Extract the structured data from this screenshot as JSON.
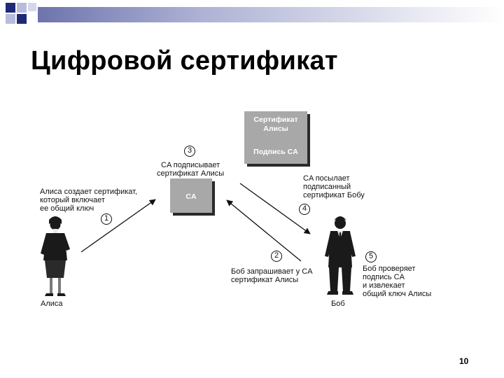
{
  "slide": {
    "title": "Цифровой сертификат",
    "page_number": "10"
  },
  "diagram": {
    "certificate_box": {
      "title": "Сертификат\nАлисы",
      "signature": "Подпись CA"
    },
    "ca_box": {
      "label": "CA"
    },
    "steps": [
      {
        "number": "1",
        "text": "Алиса создает сертификат,\nкоторый включает\nее общий ключ"
      },
      {
        "number": "2",
        "text": "Боб запрашивает у CA\nсертификат Алисы"
      },
      {
        "number": "3",
        "text": "CA подписывает\nсертификат Алисы"
      },
      {
        "number": "4",
        "text": "CA посылает\nподписанный\nсертификат Бобу"
      },
      {
        "number": "5",
        "text": "Боб проверяет\nподпись CA\nи извлекает\nобщий ключ Алисы"
      }
    ],
    "people": {
      "alice": "Алиса",
      "bob": "Боб"
    }
  },
  "colors": {
    "box_fill": "#a8a8a8",
    "box_shadow": "#2a2a2a",
    "bar_dark": "#1e2a78",
    "bar_light": "#9aa0c8"
  }
}
